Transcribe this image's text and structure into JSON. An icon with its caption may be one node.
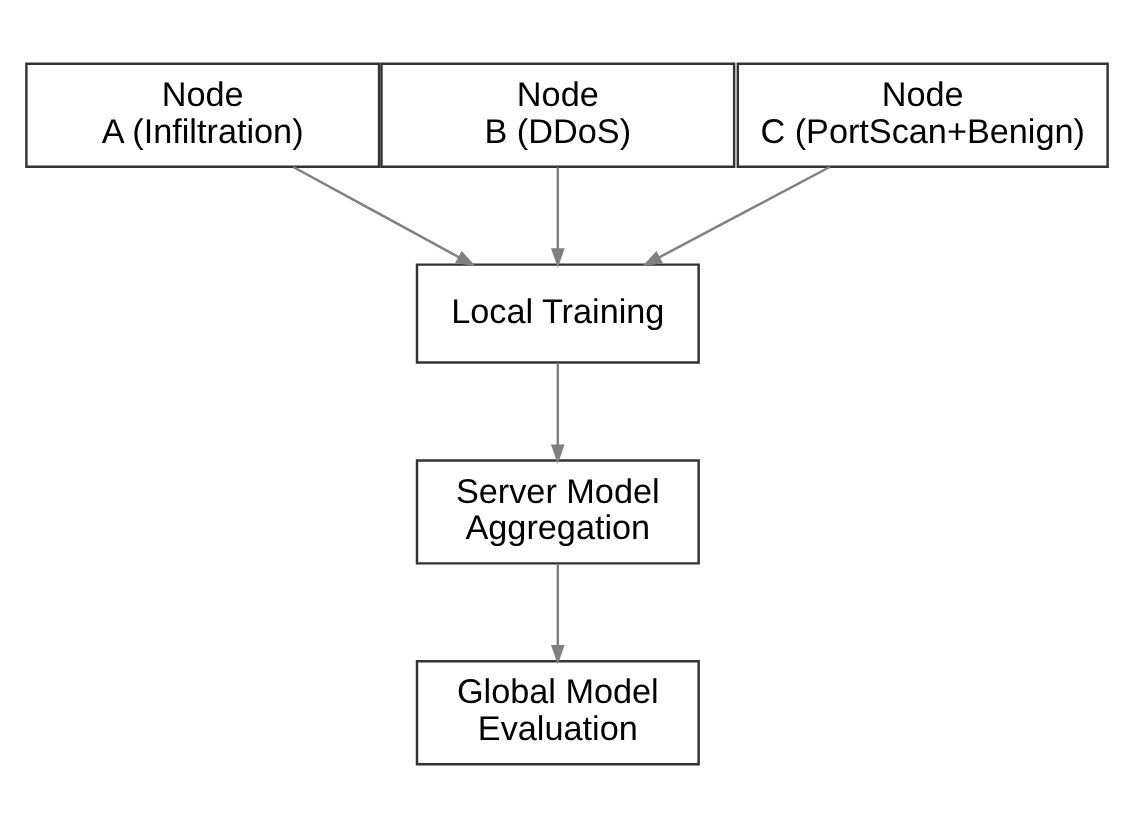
{
  "diagram": {
    "nodes": [
      {
        "text": [
          "Node A (Infiltration)"
        ]
      },
      {
        "text": [
          "Node B (DDoS)"
        ]
      },
      {
        "text": [
          "Node C (PortScan+Benign)"
        ]
      },
      {
        "text": [
          "Local Training"
        ]
      },
      {
        "text": [
          "Server Model Aggregation"
        ]
      },
      {
        "text": [
          "Global Model Evaluation"
        ]
      }
    ],
    "edges": [
      {
        "from": 0,
        "to": 3,
        "arrow": "to"
      },
      {
        "from": 1,
        "to": 3,
        "arrow": "to"
      },
      {
        "from": 2,
        "to": 3,
        "arrow": "to"
      },
      {
        "from": 3,
        "to": 4,
        "arrow": "to"
      },
      {
        "from": 4,
        "to": 5,
        "arrow": "to"
      }
    ]
  }
}
